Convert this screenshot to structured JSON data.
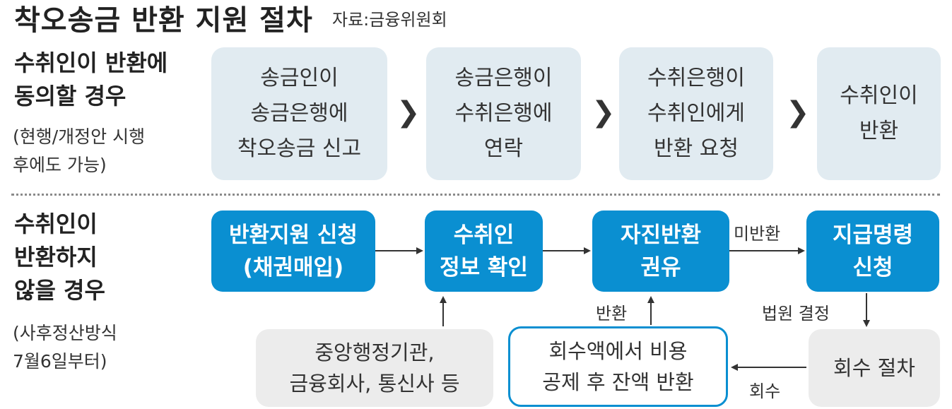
{
  "title": "착오송금 반환 지원 절차",
  "source": "자료:금융위원회",
  "row1": {
    "heading": "수취인이 반환에\n동의할 경우",
    "note": "(현행/개정안 시행\n후에도 가능)",
    "steps": [
      "송금인이\n송금은행에\n착오송금 신고",
      "송금은행이\n수취은행에\n연락",
      "수취은행이\n수취인에게\n반환 요청",
      "수취인이\n반환"
    ],
    "chevron": "❯"
  },
  "row2": {
    "heading": "수취인이\n반환하지\n않을 경우",
    "note": "(사후정산방식\n7월6일부터)",
    "boxes": {
      "apply": "반환지원 신청\n(채권매입)",
      "verify": "수취인\n정보 확인",
      "persuade": "자진반환\n권유",
      "order": "지급명령\n신청",
      "agencies": "중앙행정기관,\n금융회사, 통신사 등",
      "refund": "회수액에서 비용\n공제 후 잔액 반환",
      "collect": "회수 절차"
    },
    "labels": {
      "unreturned": "미반환",
      "returned": "반환",
      "court": "법원 결정",
      "recovered": "회수"
    }
  },
  "colors": {
    "accent_blue": "#0a8fd1",
    "light_box": "#e1ebf1",
    "grey_box": "#ececec"
  }
}
